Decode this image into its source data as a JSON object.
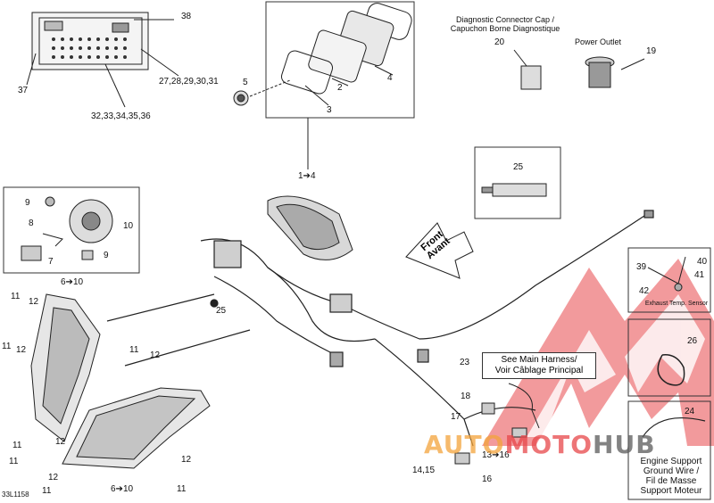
{
  "drawing_code": "33L1158",
  "captions": {
    "diag_connector_en": "Diagnostic Connector Cap /",
    "diag_connector_fr": "Capuchon Borne Diagnostique",
    "power_outlet": "Power Outlet",
    "front_en": "Front",
    "front_fr": "Avant",
    "see_main_en": "See Main Harness/",
    "see_main_fr": "Voir Câblage Principal",
    "exhaust_temp": "Exhaust Temp. Sensor",
    "engine_support": [
      "Engine Support",
      "Ground Wire /",
      "Fil de Masse",
      "Support Moteur"
    ]
  },
  "callouts": {
    "c38": "38",
    "c37": "37",
    "c27": "27,28,29,30,31",
    "c32": "32,33,34,35,36",
    "c5": "5",
    "c2": "2",
    "c3": "3",
    "c4": "4",
    "c20": "20",
    "c19": "19",
    "c1to4": "1➔4",
    "c25box": "25",
    "c9a": "9",
    "c10": "10",
    "c8": "8",
    "c7": "7",
    "c9b": "9",
    "c6to10a": "6➔10",
    "c11a": "11",
    "c12a": "12",
    "c25": "25",
    "c11b": "11",
    "c12b": "12",
    "c11c": "11",
    "c12c": "12",
    "c11d": "11",
    "c12d": "12",
    "c11e": "11",
    "c12e": "12",
    "c12f": "12",
    "c11f": "11",
    "c12g": "12",
    "c11g": "11",
    "c6to10b": "6➔10",
    "c39": "39",
    "c40": "40",
    "c41": "41",
    "c42": "42",
    "c26": "26",
    "c24": "24",
    "c23": "23",
    "c18": "18",
    "c17": "17",
    "c13to16": "13➔16",
    "c1415": "14,15",
    "c16": "16"
  },
  "watermark": {
    "part1": "AUTO",
    "part2": "MOTO",
    "part3": "HUB"
  },
  "colors": {
    "line": "#222222",
    "wm_red": "#e8474a",
    "wm_orange": "#f3a43b",
    "wm_gray": "#5a5a5a"
  }
}
